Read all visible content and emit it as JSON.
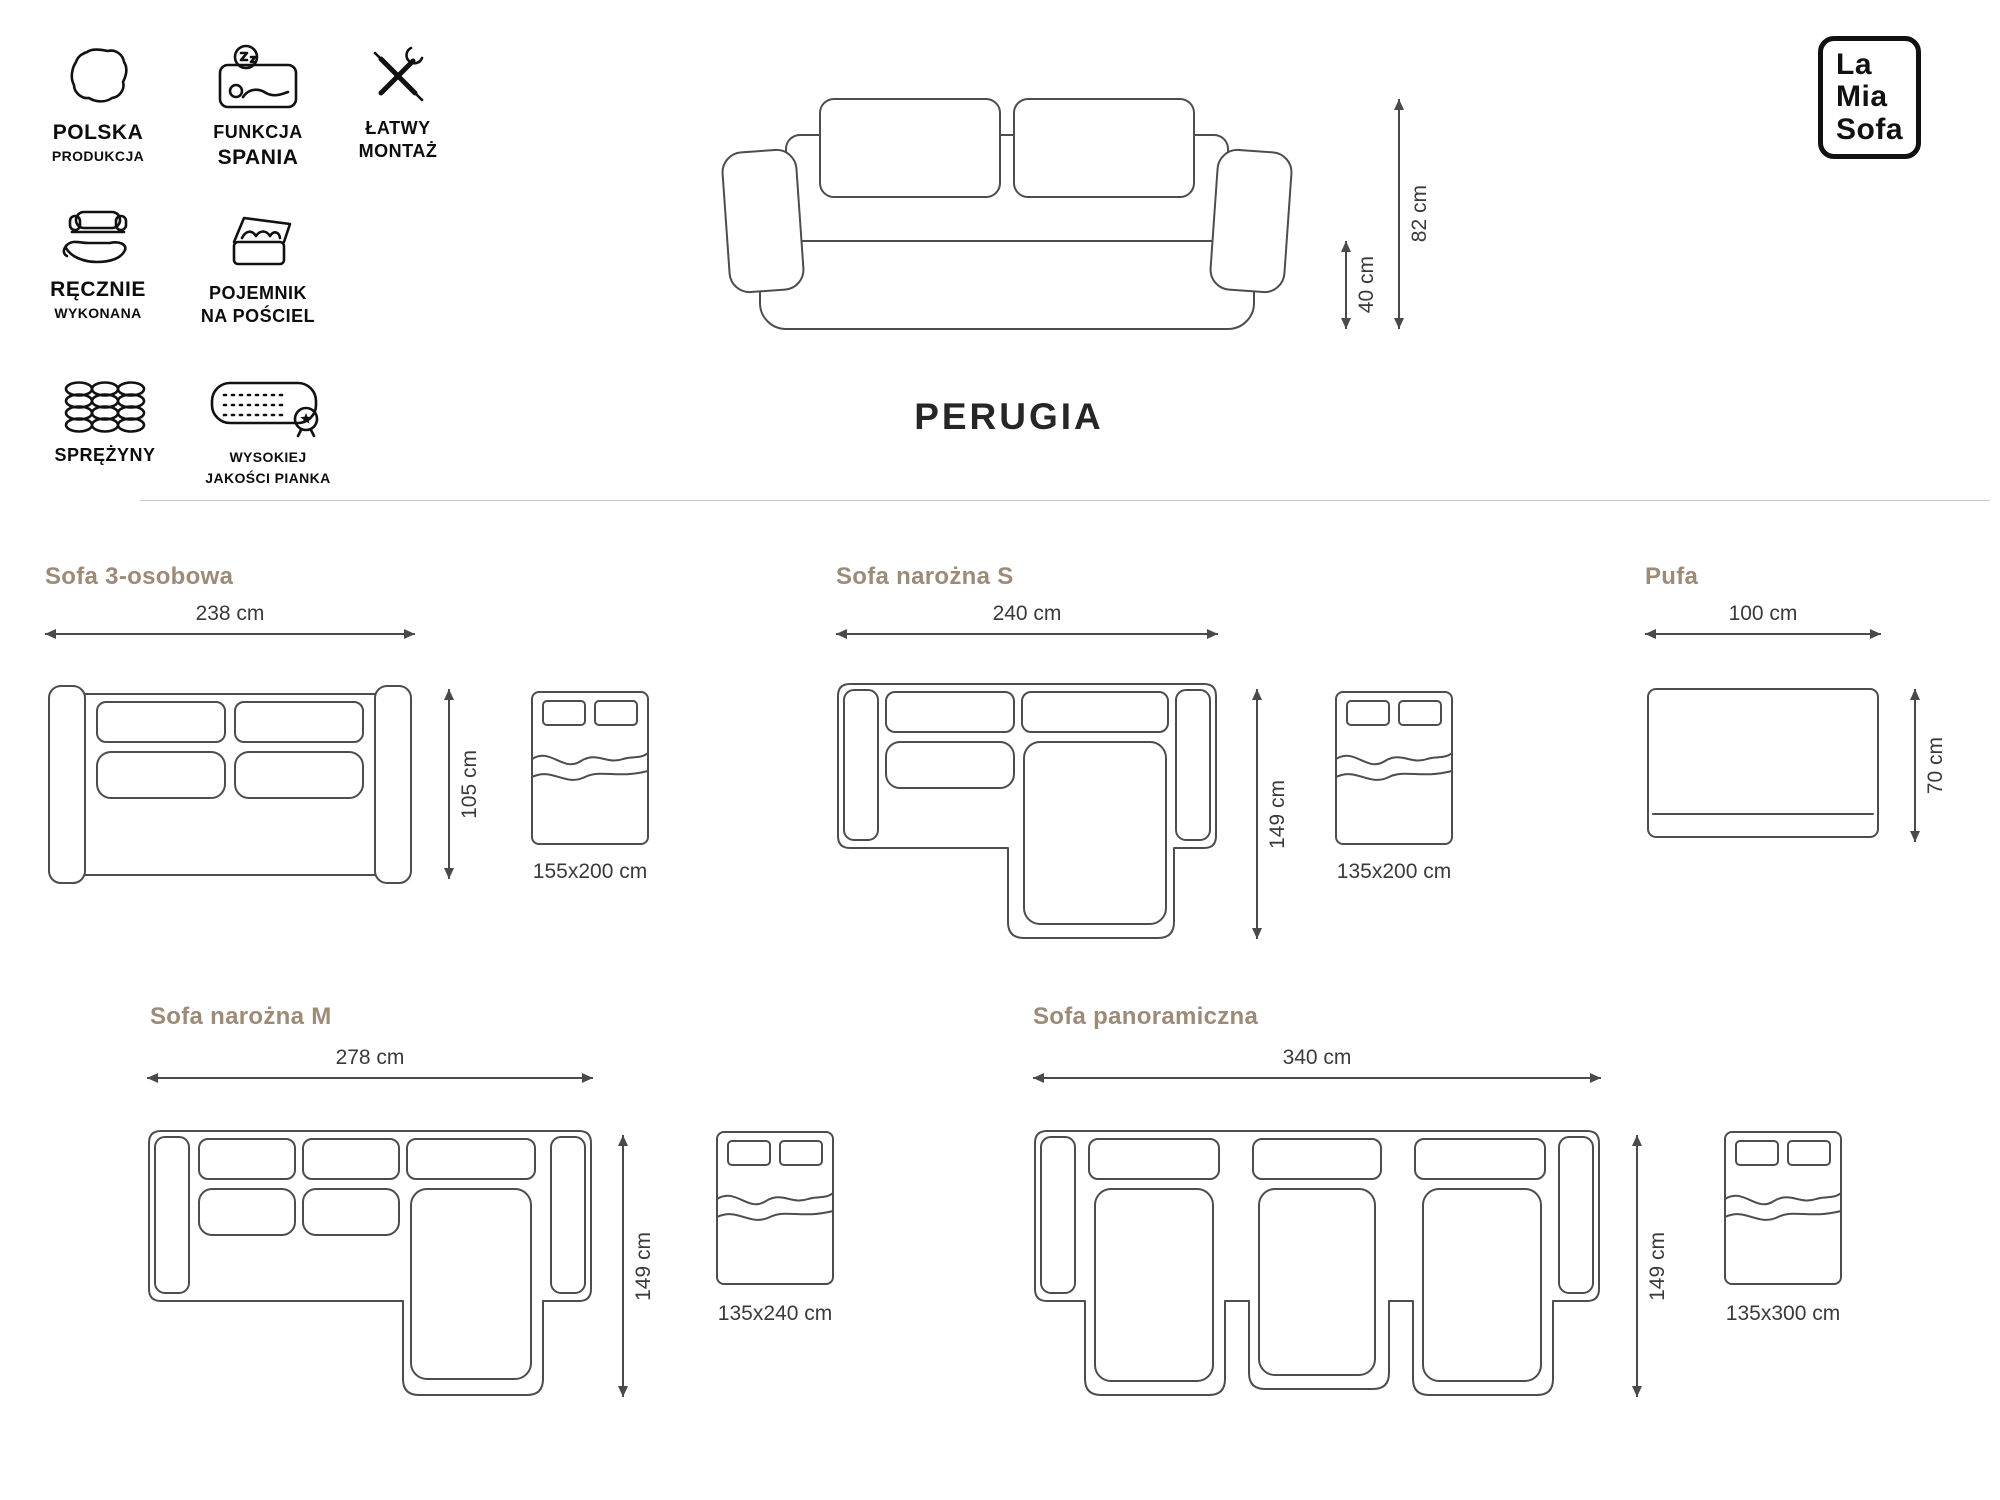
{
  "logo": {
    "line1": "La",
    "line2": "Mia",
    "line3": "Sofa"
  },
  "product": {
    "name": "PERUGIA",
    "overall_height": "82 cm",
    "seat_height": "40 cm"
  },
  "features": [
    {
      "icon": "poland-map-icon",
      "line1": "POLSKA",
      "line2": "PRODUKCJA"
    },
    {
      "icon": "sleep-function-icon",
      "line1": "FUNKCJA",
      "line2": "SPANIA"
    },
    {
      "icon": "easy-assembly-icon",
      "line1": "ŁATWY",
      "line2": "MONTAŻ"
    },
    {
      "icon": "handmade-icon",
      "line1": "RĘCZNIE",
      "line2": "WYKONANA"
    },
    {
      "icon": "bedding-storage-icon",
      "line1": "POJEMNIK",
      "line2": "NA POŚCIEL"
    },
    {
      "icon": "springs-icon",
      "line1": "SPRĘŻYNY",
      "line2": ""
    },
    {
      "icon": "foam-quality-icon",
      "line1": "WYSOKIEJ",
      "line2": "JAKOŚCI PIANKA"
    }
  ],
  "variants": [
    {
      "title": "Sofa 3-osobowa",
      "width": "238 cm",
      "depth": "105 cm",
      "bed_size": "155x200 cm"
    },
    {
      "title": "Sofa narożna S",
      "width": "240 cm",
      "depth": "149 cm",
      "bed_size": "135x200 cm"
    },
    {
      "title": "Pufa",
      "width": "100 cm",
      "depth": "70 cm"
    },
    {
      "title": "Sofa narożna M",
      "width": "278 cm",
      "depth": "149 cm",
      "bed_size": "135x240 cm"
    },
    {
      "title": "Sofa panoramiczna",
      "width": "340 cm",
      "depth": "149 cm",
      "bed_size": "135x300 cm"
    }
  ],
  "colors": {
    "variant_title_accent": "#9d8b79",
    "drawing_line": "#4d4d4d",
    "dimension_text": "#3a3a3a",
    "ink": "#111111"
  }
}
